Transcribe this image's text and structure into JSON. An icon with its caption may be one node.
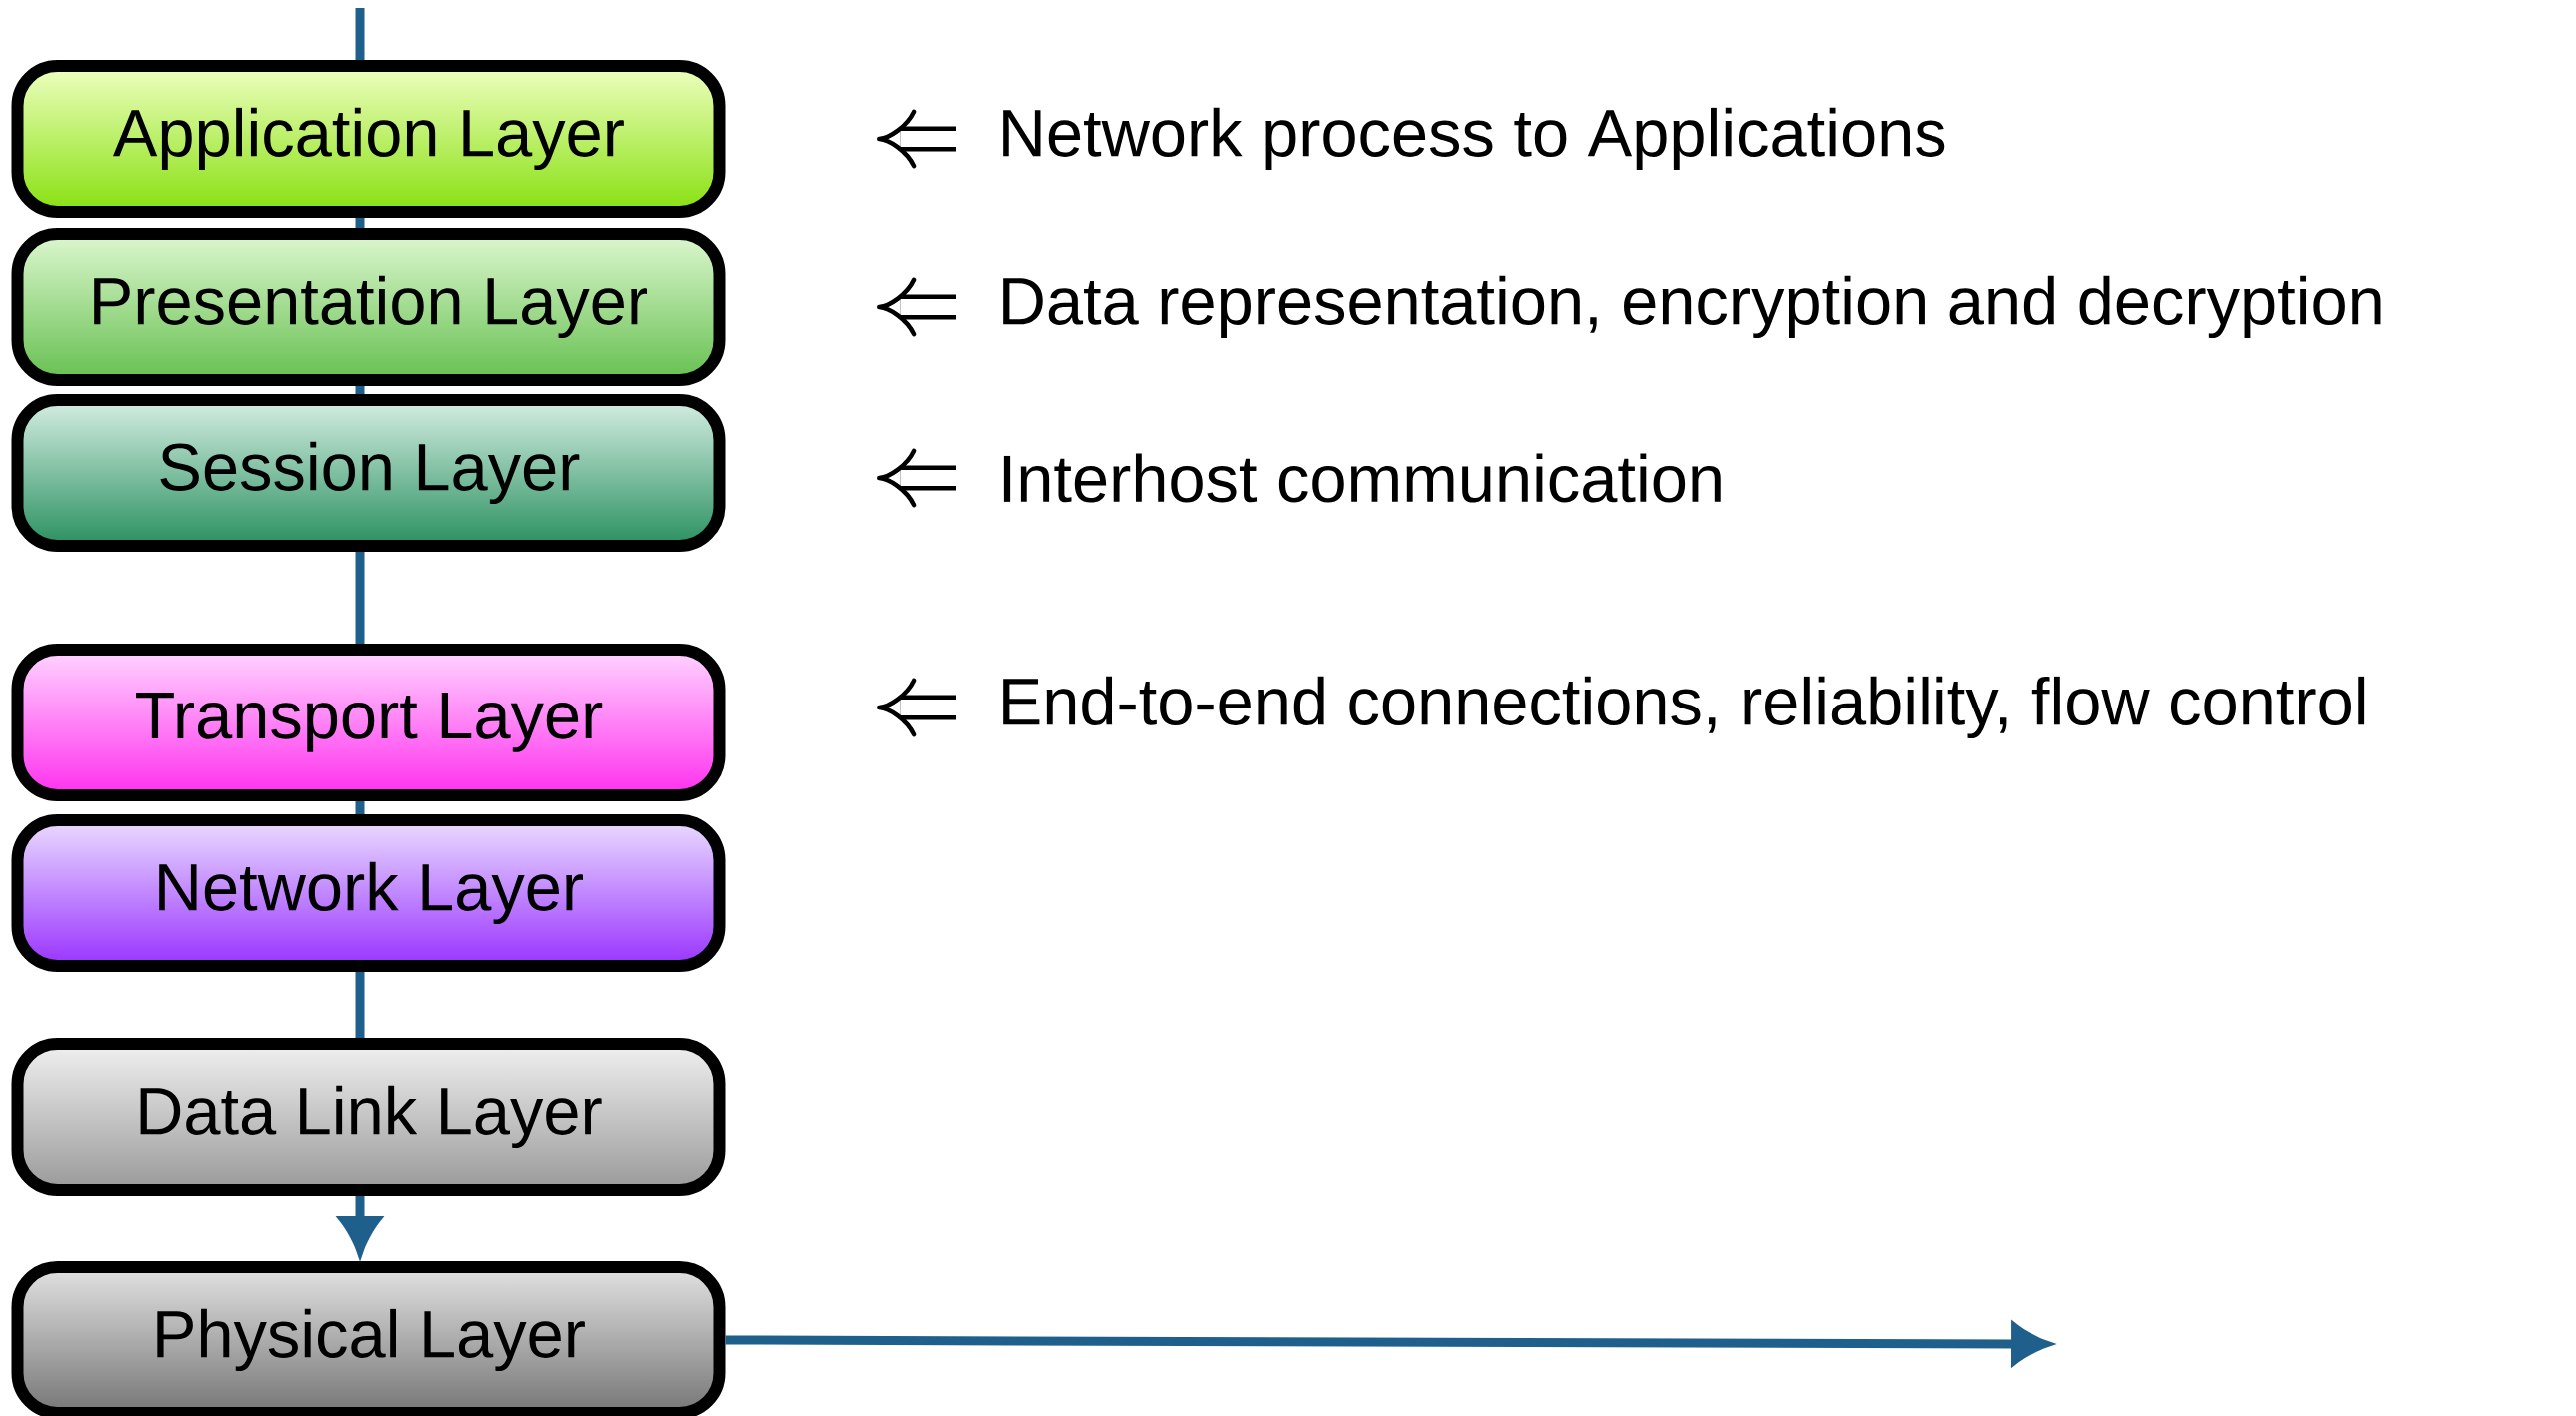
{
  "diagram": {
    "nodes": [
      {
        "text": [
          "Application Layer"
        ]
      },
      {
        "text": [
          "Presentation Layer"
        ]
      },
      {
        "text": [
          "Session Layer"
        ]
      },
      {
        "text": [
          "Transport Layer"
        ]
      },
      {
        "text": [
          "Network Layer"
        ]
      },
      {
        "text": [
          "Data Link Layer"
        ]
      },
      {
        "text": [
          "Physical Layer"
        ]
      }
    ],
    "edges": [
      {
        "from": null,
        "to": 0,
        "arrow": "none"
      },
      {
        "from": 0,
        "to": 1,
        "arrow": "none"
      },
      {
        "from": 1,
        "to": 2,
        "arrow": "none"
      },
      {
        "from": 2,
        "to": 3,
        "arrow": "none"
      },
      {
        "from": 3,
        "to": 4,
        "arrow": "none"
      },
      {
        "from": 4,
        "to": 5,
        "arrow": "none"
      },
      {
        "from": 5,
        "to": 6,
        "arrow": "to"
      },
      {
        "from": 6,
        "to": null,
        "arrow": "to"
      }
    ],
    "labels": [
      "Network process to Applications",
      "Data representation, encryption and decryption",
      "Interhost communication",
      "End-to-end connections, reliability, flow control"
    ]
  }
}
